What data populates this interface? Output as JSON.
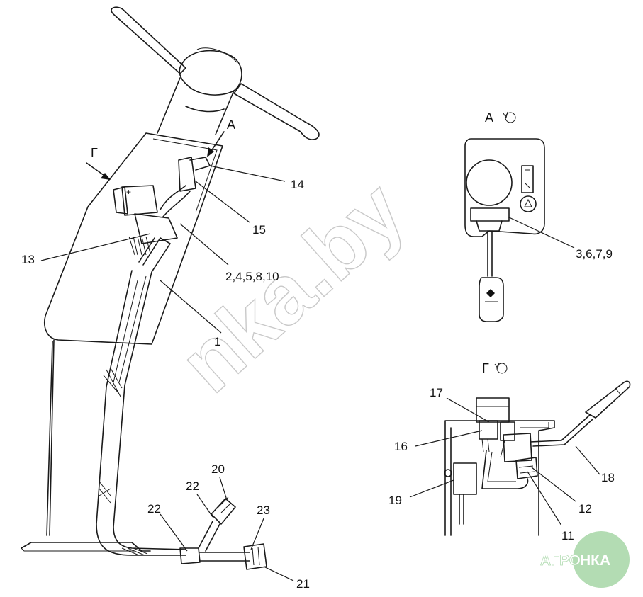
{
  "views": {
    "a": {
      "letter": "А"
    },
    "g": {
      "letter": "Г"
    }
  },
  "callouts": {
    "c1": "1",
    "c13": "13",
    "c14": "14",
    "c15": "15",
    "c2458": "2,4,5,8,10",
    "c20": "20",
    "c21": "21",
    "c22a": "22",
    "c22b": "22",
    "c23": "23",
    "c3679": "3,6,7,9",
    "c17": "17",
    "c16": "16",
    "c18": "18",
    "c19": "19",
    "c12": "12",
    "c11": "11"
  },
  "watermark": "nka.by",
  "logo": {
    "left": "АГРО",
    "right": "НКА"
  },
  "colors": {
    "line": "#1a1a1a",
    "watermark_outline": "#c9c9c9",
    "logo_green": "#b3dcb3"
  }
}
